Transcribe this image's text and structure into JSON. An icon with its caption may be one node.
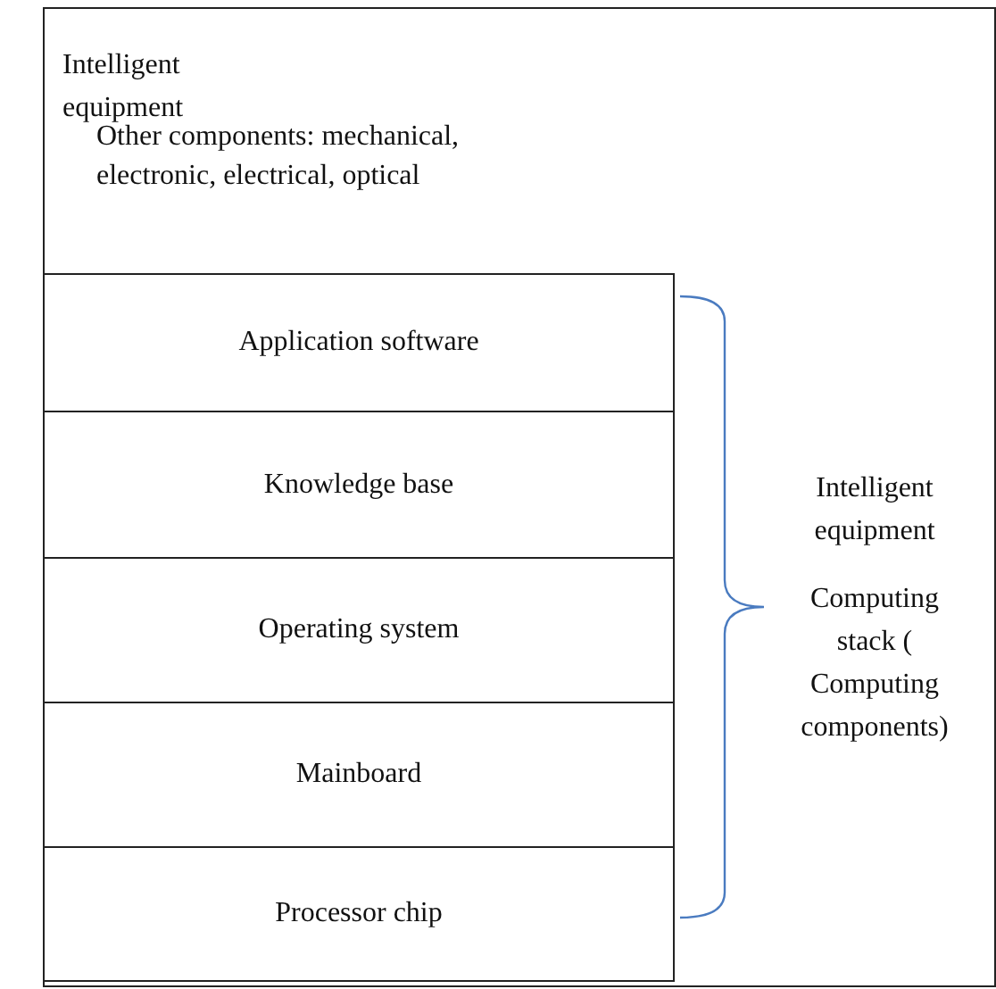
{
  "diagram": {
    "nodes": [
      {
        "text": [
          "Intelligent equipment"
        ]
      },
      {
        "text": [
          "Application software"
        ],
        "in": 0
      },
      {
        "text": [
          "Knowledge base"
        ],
        "in": 0
      },
      {
        "text": [
          "Operating system"
        ],
        "in": 0
      },
      {
        "text": [
          "Mainboard"
        ],
        "in": 0
      },
      {
        "text": [
          "Processor chip"
        ],
        "in": 0
      }
    ],
    "labels": [
      "Other components: mechanical, electronic, electrical, optical",
      "Intelligent equipment",
      "Computing stack ( Computing components)"
    ]
  }
}
